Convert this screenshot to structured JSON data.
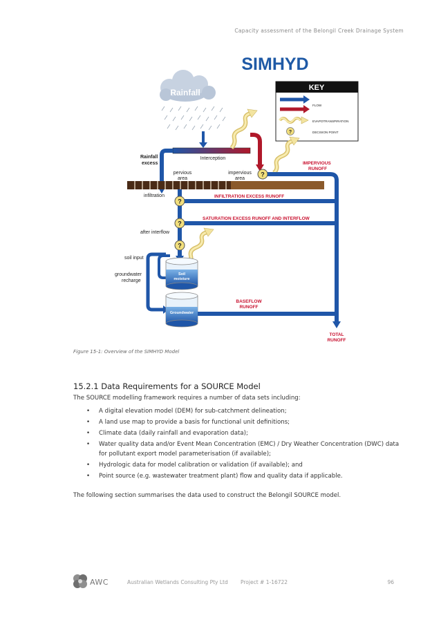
{
  "header": {
    "running_title": "Capacity assessment of the Belongil Creek Drainage System"
  },
  "figure": {
    "title": "SIMHYD",
    "key_title": "KEY",
    "key_items": [
      "FLOW",
      "EVAPOTRANSPIRATION",
      "DECISION POINT"
    ],
    "cloud_label": "Rainfall",
    "interception_label": "Interception",
    "rainfall_excess_line1": "Rainfall",
    "rainfall_excess_line2": "excess",
    "pervious_line1": "pervious",
    "pervious_line2": "area",
    "impervious_line1": "impervious",
    "impervious_line2": "area",
    "impervious_runoff_line1": "IMPERVIOUS",
    "impervious_runoff_line2": "RUNOFF",
    "infiltration_label": "infiltration",
    "infiltration_excess": "INFILTRATION EXCESS RUNOFF",
    "saturation_excess": "SATURATION EXCESS RUNOFF AND INTERFLOW",
    "after_interflow": "after interflow",
    "soil_input": "soil input",
    "groundwater_recharge_line1": "groundwater",
    "groundwater_recharge_line2": "recharge",
    "soil_store_line1": "Soil",
    "soil_store_line2": "moisture",
    "groundwater_store": "Groundwater",
    "baseflow_line1": "BASEFLOW",
    "baseflow_line2": "RUNOFF",
    "total_line1": "TOTAL",
    "total_line2": "RUNOFF",
    "decision_symbol": "?",
    "caption": "Figure 15-1: Overview of the SIMHYD Model"
  },
  "section": {
    "heading": "15.2.1 Data Requirements for a SOURCE Model",
    "intro": "The SOURCE modelling framework requires a number of data sets including:",
    "bullets": [
      "A digital elevation model (DEM) for sub-catchment delineation;",
      "A land use map to provide a basis for functional unit definitions;",
      "Climate data (daily rainfall and evaporation data);",
      "Water quality data and/or Event Mean Concentration (EMC) / Dry Weather Concentration (DWC) data for pollutant export model parameterisation (if available);",
      "Hydrologic data for model calibration or validation (if available); and",
      "Point source (e.g. wastewater treatment plant) flow and quality data if applicable."
    ],
    "closing": "The following section summarises the data used to construct the Belongil SOURCE model."
  },
  "footer": {
    "logo_text": "AWC",
    "company": "Australian Wetlands Consulting Pty Ltd",
    "project": "Project # 1-16722",
    "page": "96"
  },
  "colors": {
    "flow_blue": "#1f56a8",
    "evap_red": "#b0182a",
    "runoff_red": "#c8102e",
    "title_blue": "#1f5aa6",
    "soil_brown": "#8b5a2b"
  }
}
